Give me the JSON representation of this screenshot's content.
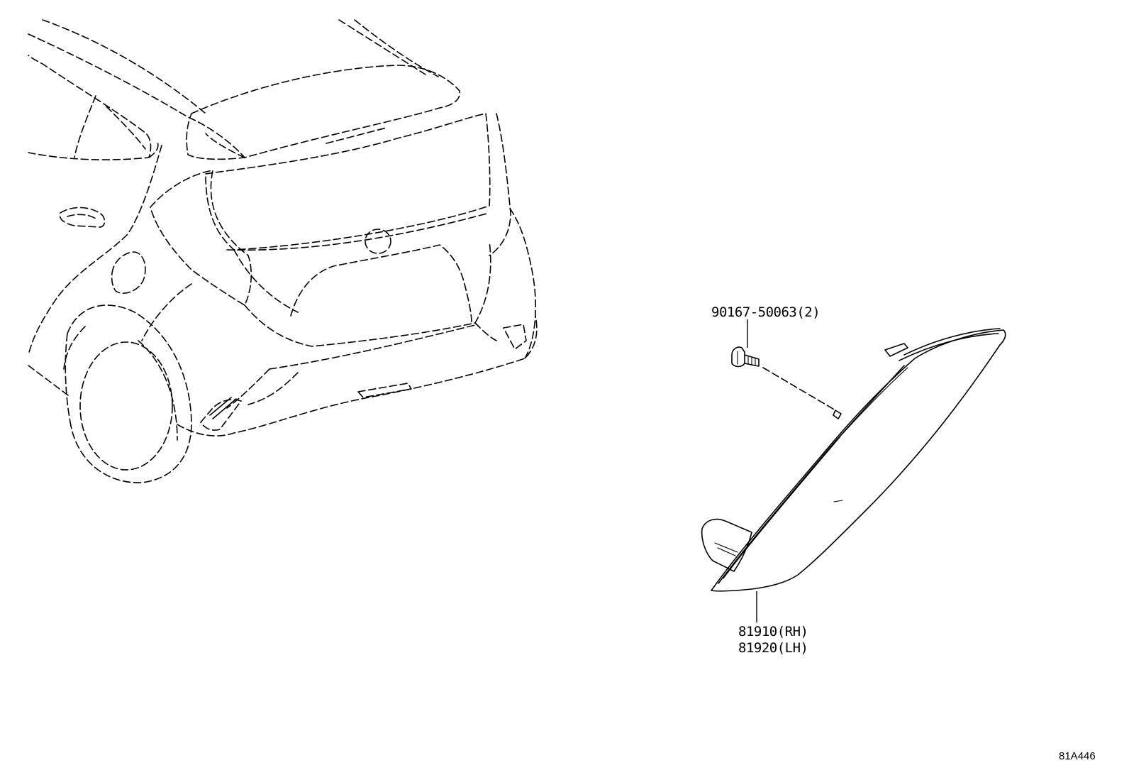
{
  "callouts": {
    "bolt": "90167-50063(2)",
    "lamp_rh": "81910(RH)",
    "lamp_lh": "81920(LH)"
  },
  "diagram_ref": "81A446",
  "icons": {
    "vehicle": "vehicle-rear-outline-icon",
    "bolt": "bolt-icon",
    "lamp": "reflex-reflector-lamp-icon"
  }
}
